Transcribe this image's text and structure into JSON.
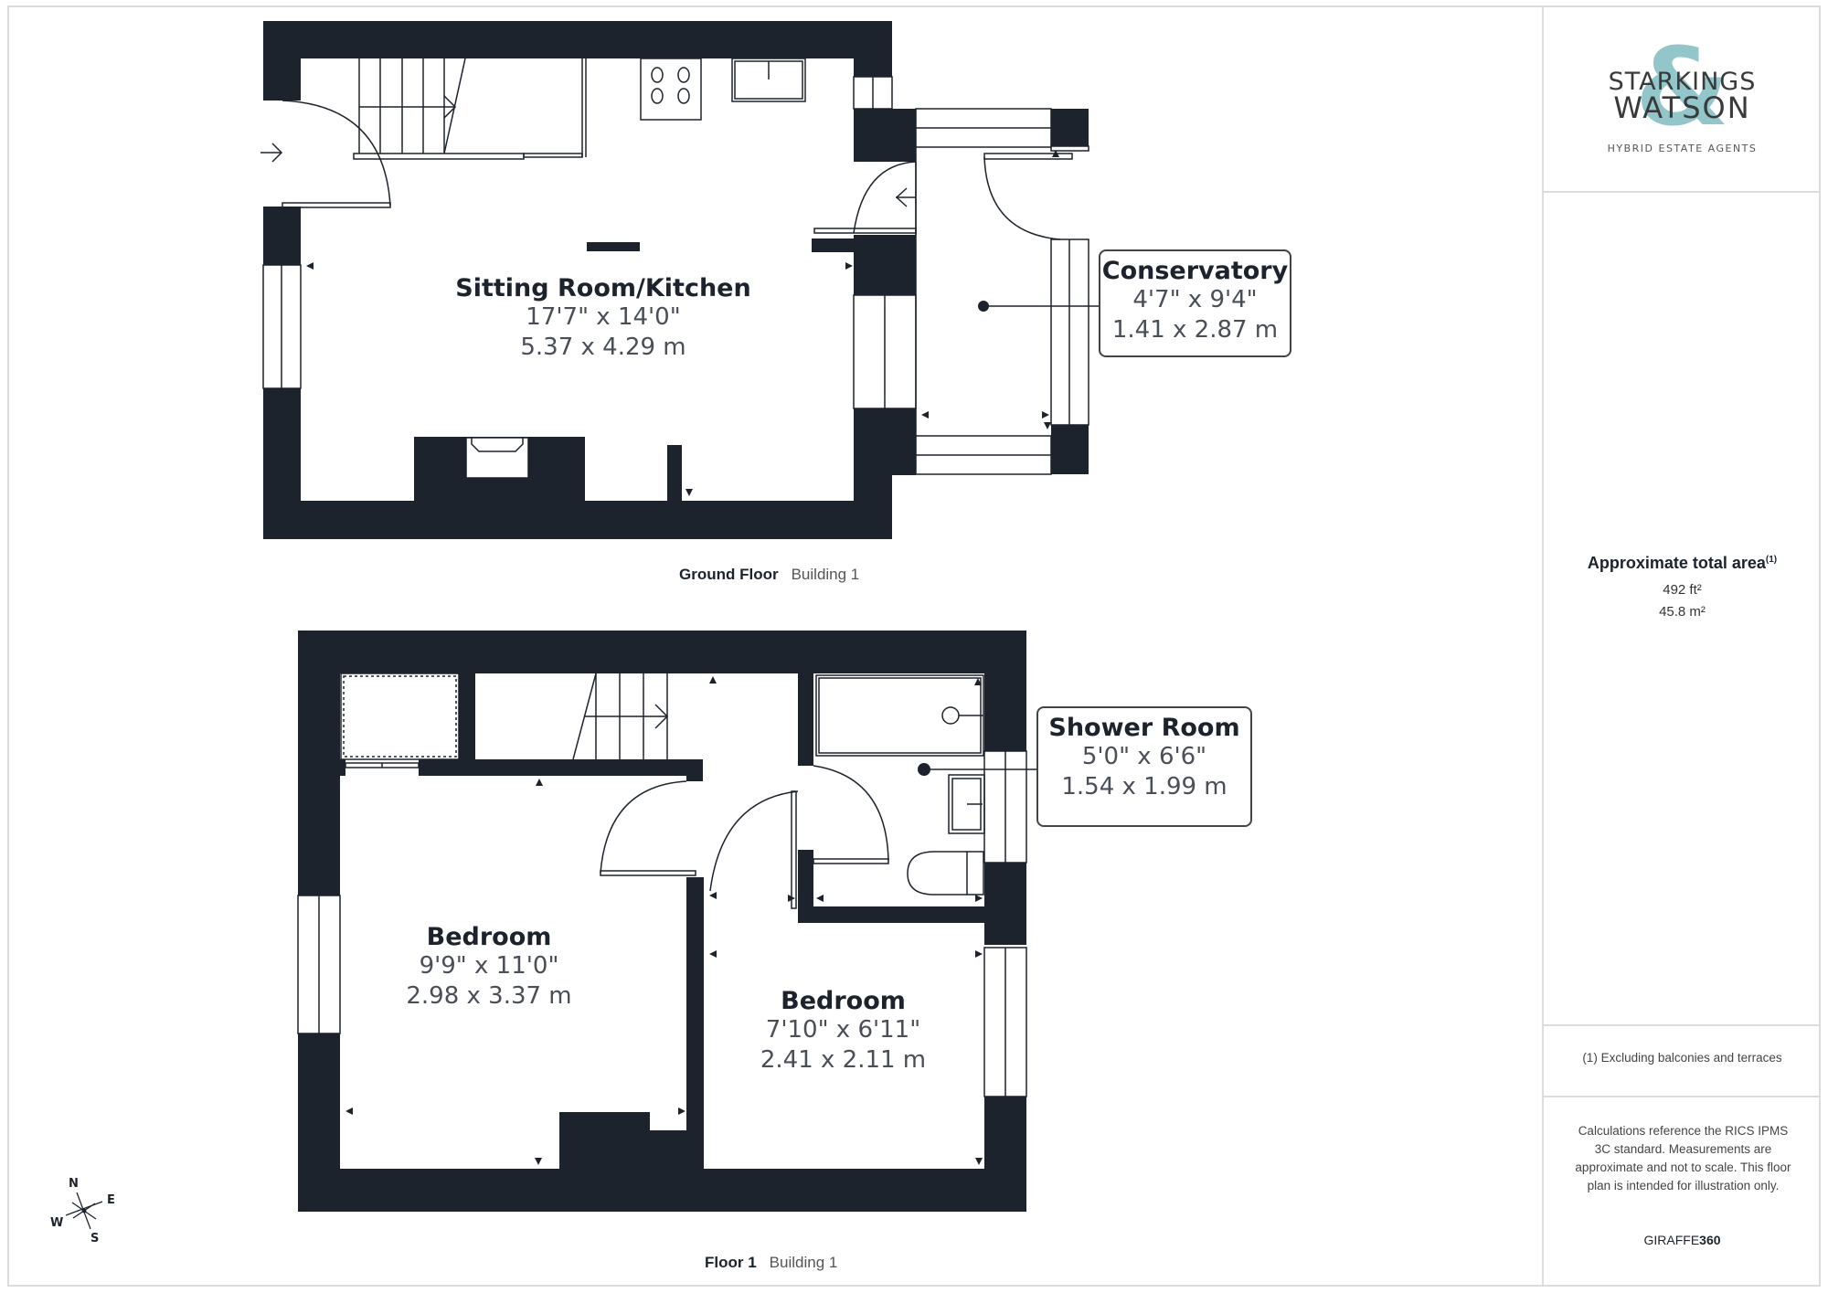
{
  "brand": {
    "name_line1": "STARKINGS",
    "name_line2": "WATSON",
    "ampersand": "&",
    "tagline": "HYBRID ESTATE AGENTS",
    "accent_color": "#93c6ca"
  },
  "summary": {
    "title": "Approximate total area",
    "footnote_marker": "(1)",
    "area_sqft": "492 ft²",
    "area_sqm": "45.8 m²",
    "footnote": "(1) Excluding balconies and terraces",
    "disclaimer": "Calculations reference the RICS IPMS 3C standard. Measurements are approximate and not to scale. This floor plan is intended for illustration only.",
    "provider_regular": "GIRAFFE",
    "provider_bold": "360"
  },
  "floors": [
    {
      "name": "Ground Floor",
      "building": "Building 1",
      "rooms": [
        {
          "name": "Sitting Room/Kitchen",
          "imperial": "17'7\" x 14'0\"",
          "metric": "5.37 x 4.29 m"
        },
        {
          "name": "Conservatory",
          "imperial": "4'7\" x 9'4\"",
          "metric": "1.41 x 2.87 m"
        }
      ]
    },
    {
      "name": "Floor 1",
      "building": "Building 1",
      "rooms": [
        {
          "name": "Shower Room",
          "imperial": "5'0\" x 6'6\"",
          "metric": "1.54 x 1.99 m"
        },
        {
          "name": "Bedroom",
          "imperial": "9'9\" x 11'0\"",
          "metric": "2.98 x 3.37 m"
        },
        {
          "name": "Bedroom",
          "imperial": "7'10\" x 6'11\"",
          "metric": "2.41 x 2.11 m"
        }
      ]
    }
  ],
  "compass": {
    "n": "N",
    "e": "E",
    "s": "S",
    "w": "W"
  },
  "colors": {
    "wall": "#1c232c",
    "line": "#1c232c",
    "frame": "#dcdcdc"
  }
}
